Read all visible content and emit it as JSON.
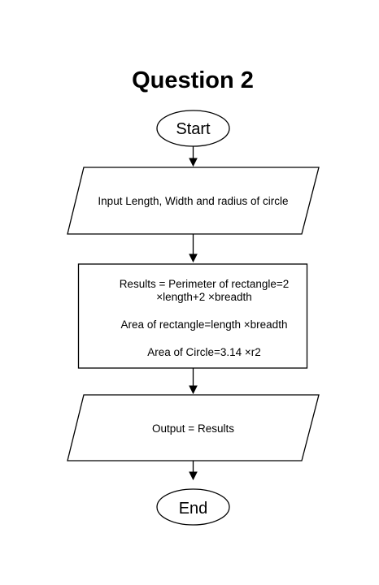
{
  "diagram": {
    "title": "Question 2",
    "nodes": {
      "start": {
        "shape": "ellipse",
        "label": "Start"
      },
      "input": {
        "shape": "parallelogram",
        "label": "Input Length, Width and radius of circle"
      },
      "process": {
        "shape": "rectangle",
        "lines": [
          "Results = Perimeter of rectangle=2",
          "×length+2 ×breadth",
          "Area of rectangle=length ×breadth",
          "Area of Circle=3.14 ×r2"
        ]
      },
      "output": {
        "shape": "parallelogram",
        "label": "Output = Results"
      },
      "end": {
        "shape": "ellipse",
        "label": "End"
      }
    },
    "edges": [
      {
        "from": "start",
        "to": "input"
      },
      {
        "from": "input",
        "to": "process"
      },
      {
        "from": "process",
        "to": "output"
      },
      {
        "from": "output",
        "to": "end"
      }
    ]
  }
}
